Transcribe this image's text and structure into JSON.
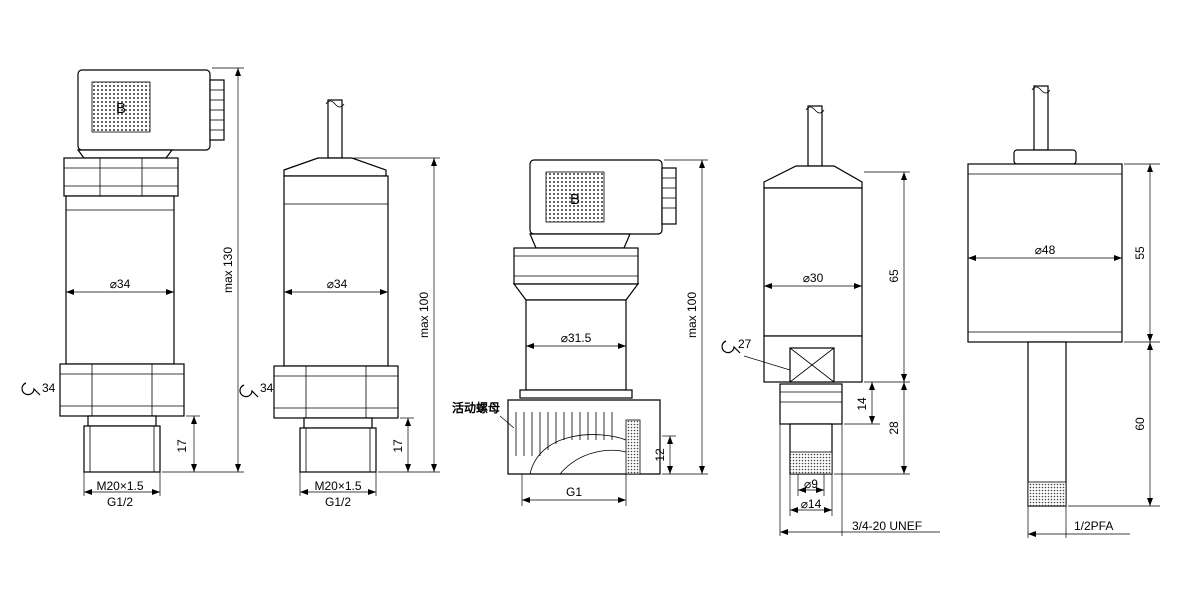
{
  "connector_letter": "B",
  "views": [
    {
      "id": "view-1",
      "wrench": "34",
      "diameter": "⌀34",
      "height": "max 130",
      "thread_len": "17",
      "thread_main": "M20×1.5",
      "thread_alt": "G1/2"
    },
    {
      "id": "view-2",
      "wrench": "34",
      "diameter": "⌀34",
      "height": "max 100",
      "thread_len": "17",
      "thread_main": "M20×1.5",
      "thread_alt": "G1/2"
    },
    {
      "id": "view-3",
      "diameter": "⌀31.5",
      "height": "max 100",
      "nut_label": "活动螺母",
      "nut_height": "12",
      "thread": "G1"
    },
    {
      "id": "view-4",
      "wrench": "27",
      "diameter": "⌀30",
      "height_body": "65",
      "height_total": "28",
      "height_hex": "14",
      "inner_dia": "⌀9",
      "outer_dia": "⌀14",
      "thread": "3/4-20 UNEF"
    },
    {
      "id": "view-5",
      "diameter": "⌀48",
      "height_body": "55",
      "height_stem": "60",
      "thread": "1/2PFA"
    }
  ]
}
